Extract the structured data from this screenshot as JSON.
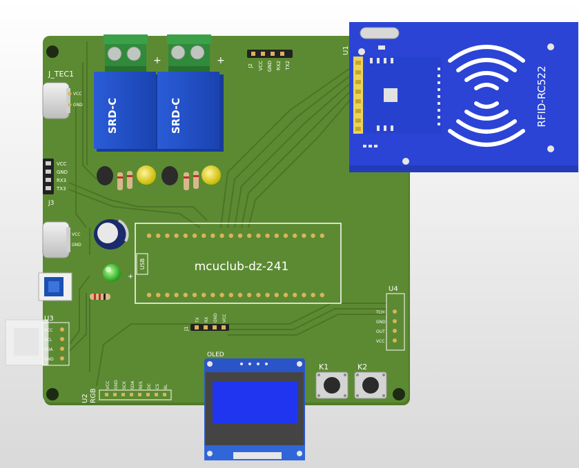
{
  "board": {
    "designator_texts": {
      "jtec1": "J_TEC1",
      "u1": "U1",
      "j2": "J2",
      "u3": "U3",
      "u4": "U4",
      "u2": "U2",
      "rgb": "RGB",
      "j3": "J3",
      "j1": "J1",
      "oled": "OLED",
      "k1": "K1",
      "k2": "K2",
      "plus1": "+",
      "plus2": "+",
      "plus3": "+"
    },
    "relay_label_1": "SRD-C",
    "relay_label_2": "SRD-C",
    "mcu_label": "mcuclub-dz-241",
    "usb_label": "USB",
    "rfid_label": "RFID-RC522",
    "jtec_pins": [
      "VCC",
      "GND"
    ],
    "j3_pins": [
      "VCC",
      "GND",
      "RX3",
      "TX3"
    ],
    "j2_pins": [
      "VCC",
      "GND",
      "RX2",
      "TX2"
    ],
    "pwr_pins": [
      "VCC",
      "GND"
    ],
    "u3_pins": [
      "VCC",
      "SCL",
      "SDA",
      "GND"
    ],
    "u4_pins": [
      "TCH",
      "GND",
      "OUT",
      "VCC"
    ],
    "j1_pins": [
      "TX",
      "RX",
      "GND",
      "VCC"
    ],
    "u2_pins": [
      "VCC",
      "GND",
      "SCK",
      "SDA",
      "RES",
      "DC",
      "CS",
      "BL"
    ],
    "colors": {
      "pcb": "#5c8a32",
      "rfid": "#2b44d6",
      "oled_screen": "#1f35f0",
      "relay": "#1f4fc8",
      "terminal": "#2f8a3a"
    }
  }
}
